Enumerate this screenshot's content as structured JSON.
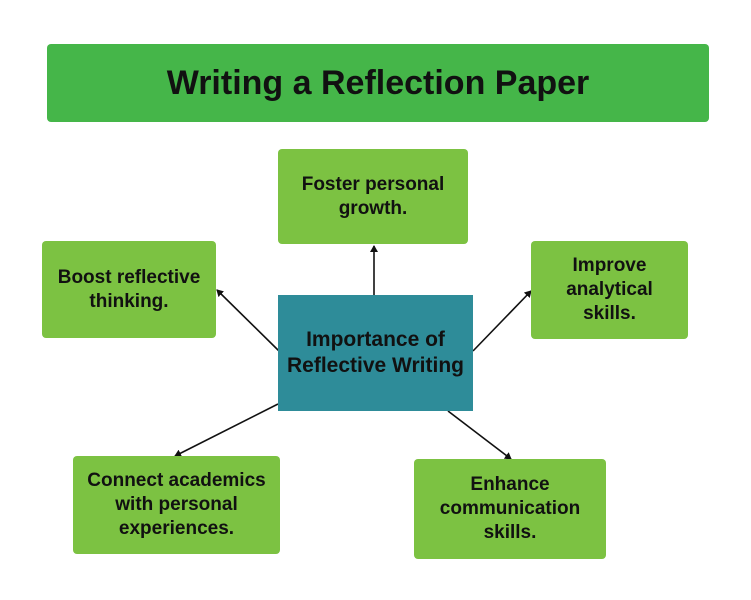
{
  "title": "Writing a Reflection Paper",
  "center": {
    "line1": "Importance of",
    "line2": "Reflective Writing"
  },
  "nodes": {
    "foster": {
      "line1": "Foster personal",
      "line2": "growth."
    },
    "boost": {
      "line1": "Boost reflective",
      "line2": "thinking."
    },
    "improve": {
      "line1": "Improve",
      "line2": "analytical",
      "line3": "skills."
    },
    "connect": {
      "line1": "Connect academics",
      "line2": "with personal",
      "line3": "experiences."
    },
    "enhance": {
      "line1": "Enhance",
      "line2": "communication",
      "line3": "skills."
    }
  },
  "colors": {
    "title_bg": "#45b649",
    "node_bg": "#7cc242",
    "center_bg": "#2e8c99",
    "arrow": "#111111"
  }
}
